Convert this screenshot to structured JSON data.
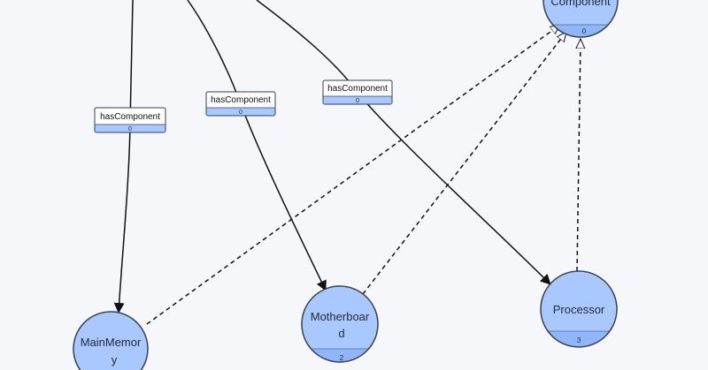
{
  "colors": {
    "background": "#f5f7fb",
    "node_fill": "#a8c8ff",
    "node_band": "#8fb6fb",
    "node_stroke": "#39424e",
    "label_box_fill": "#ffffff",
    "label_box_band": "#a8c8ff",
    "edge": "#111111"
  },
  "nodes": {
    "component": {
      "label": "Component",
      "count": "0"
    },
    "main_memory": {
      "label_line1": "MainMemor",
      "label_line2": "y"
    },
    "motherboard": {
      "label_line1": "Motherboar",
      "label_line2": "d",
      "count": "2"
    },
    "processor": {
      "label": "Processor",
      "count": "3"
    }
  },
  "edges": {
    "has_component_1": {
      "label": "hasComponent",
      "count": "0"
    },
    "has_component_2": {
      "label": "hasComponent",
      "count": "0"
    },
    "has_component_3": {
      "label": "hasComponent",
      "count": "0"
    }
  }
}
